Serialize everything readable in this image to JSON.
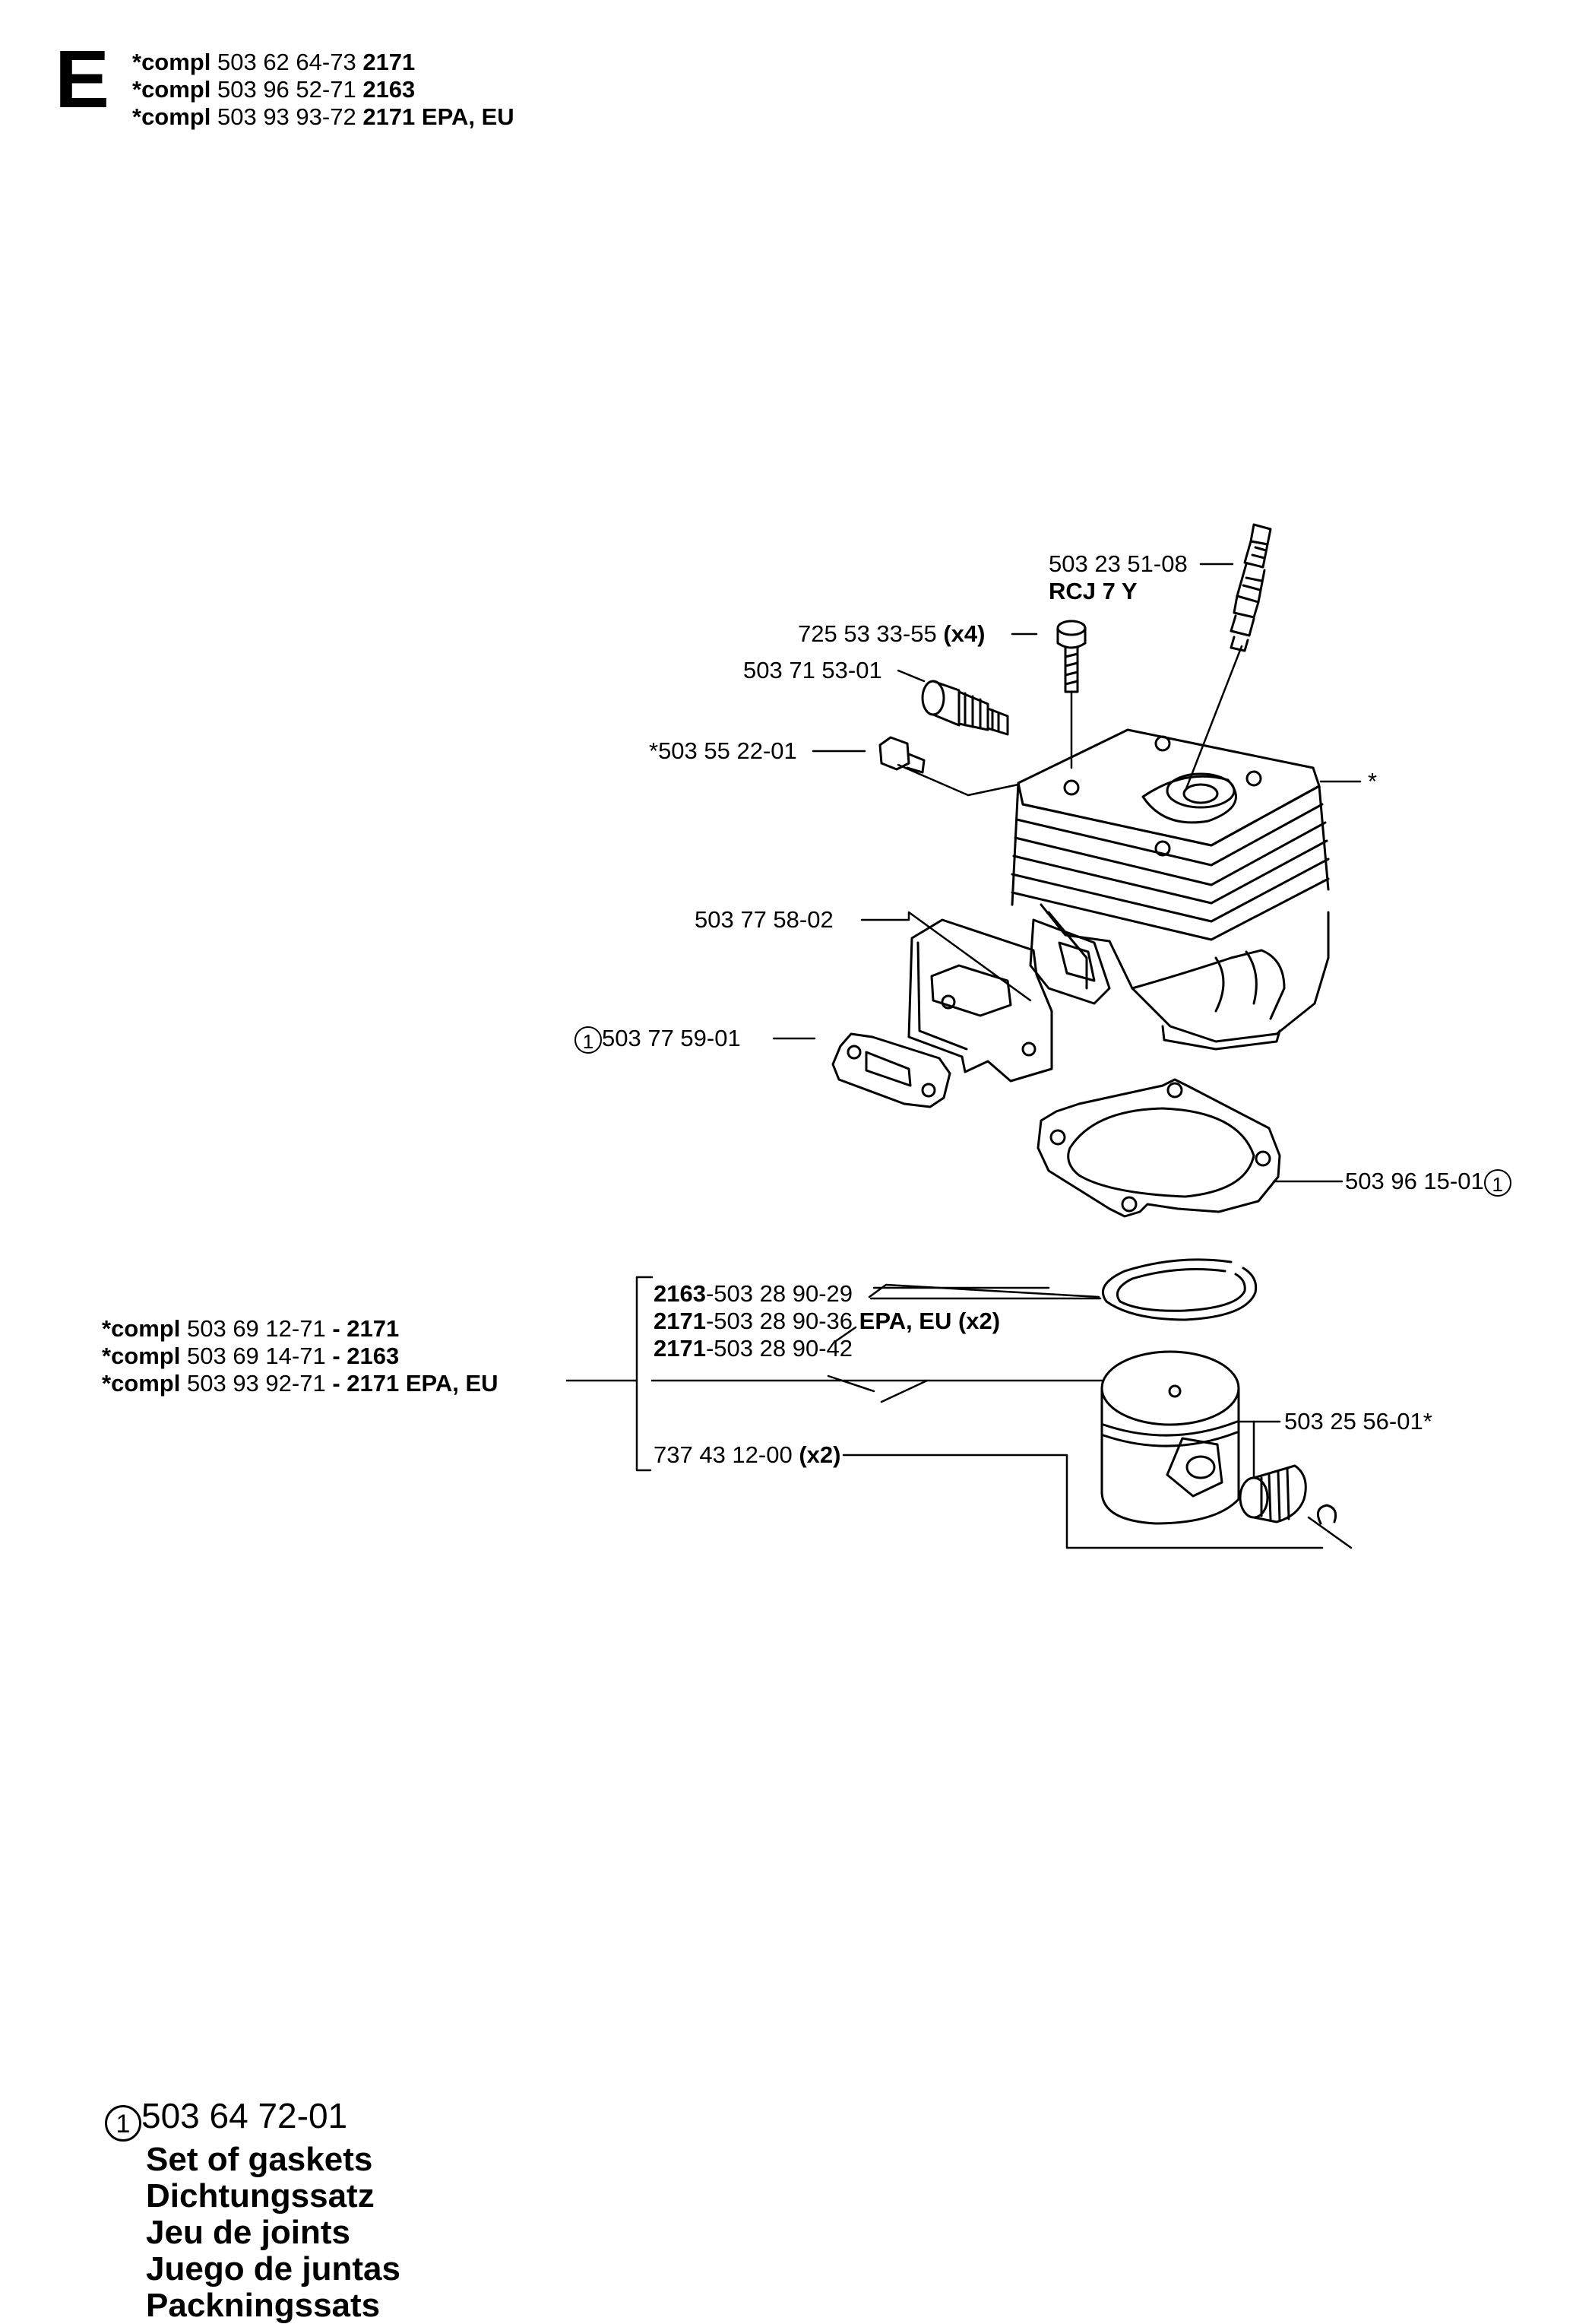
{
  "section_letter": "E",
  "header_lines": [
    {
      "prefix": "*compl",
      "number": "503 62 64-73",
      "model": "2171"
    },
    {
      "prefix": "*compl",
      "number": "503 96 52-71",
      "model": "2163"
    },
    {
      "prefix": "*compl",
      "number": "503 93 93-72",
      "model": "2171 EPA, EU"
    }
  ],
  "parts": {
    "spark_plug": {
      "number": "503 23 51-08",
      "type": "RCJ 7 Y"
    },
    "screw": {
      "number": "725 53 33-55",
      "qty": "(x4)"
    },
    "valve": {
      "number": "503 71 53-01"
    },
    "plug": {
      "number": "*503 55 22-01"
    },
    "cylinder": {
      "star": "*"
    },
    "plate": {
      "number": "503 77 58-02"
    },
    "intake_gasket": {
      "marker": "1",
      "number": "503 77 59-01"
    },
    "cylinder_gasket": {
      "number": "503 96 15-01",
      "marker": "1"
    },
    "piston_rings": [
      {
        "model": "2163",
        "number": "-503 28 90-29",
        "suffix": ""
      },
      {
        "model": "2171",
        "number": "-503 28 90-36",
        "suffix": "EPA, EU (x2)"
      },
      {
        "model": "2171",
        "number": "-503 28 90-42",
        "suffix": ""
      }
    ],
    "circlip": {
      "number": "737 43 12-00",
      "qty": "(x2)"
    },
    "needle_bearing": {
      "number": "503 25 56-01*"
    }
  },
  "piston_kits": [
    {
      "prefix": "*compl",
      "number": "503 69 12-71",
      "model": "- 2171"
    },
    {
      "prefix": "*compl",
      "number": "503 69 14-71",
      "model": "- 2163"
    },
    {
      "prefix": "*compl",
      "number": "503 93 92-71",
      "model": "- 2171 EPA, EU"
    }
  ],
  "footer": {
    "marker": "1",
    "number": "503 64 72-01",
    "names": [
      "Set of gaskets",
      "Dichtungssatz",
      "Jeu de joints",
      "Juego de juntas",
      "Packningssats"
    ]
  }
}
